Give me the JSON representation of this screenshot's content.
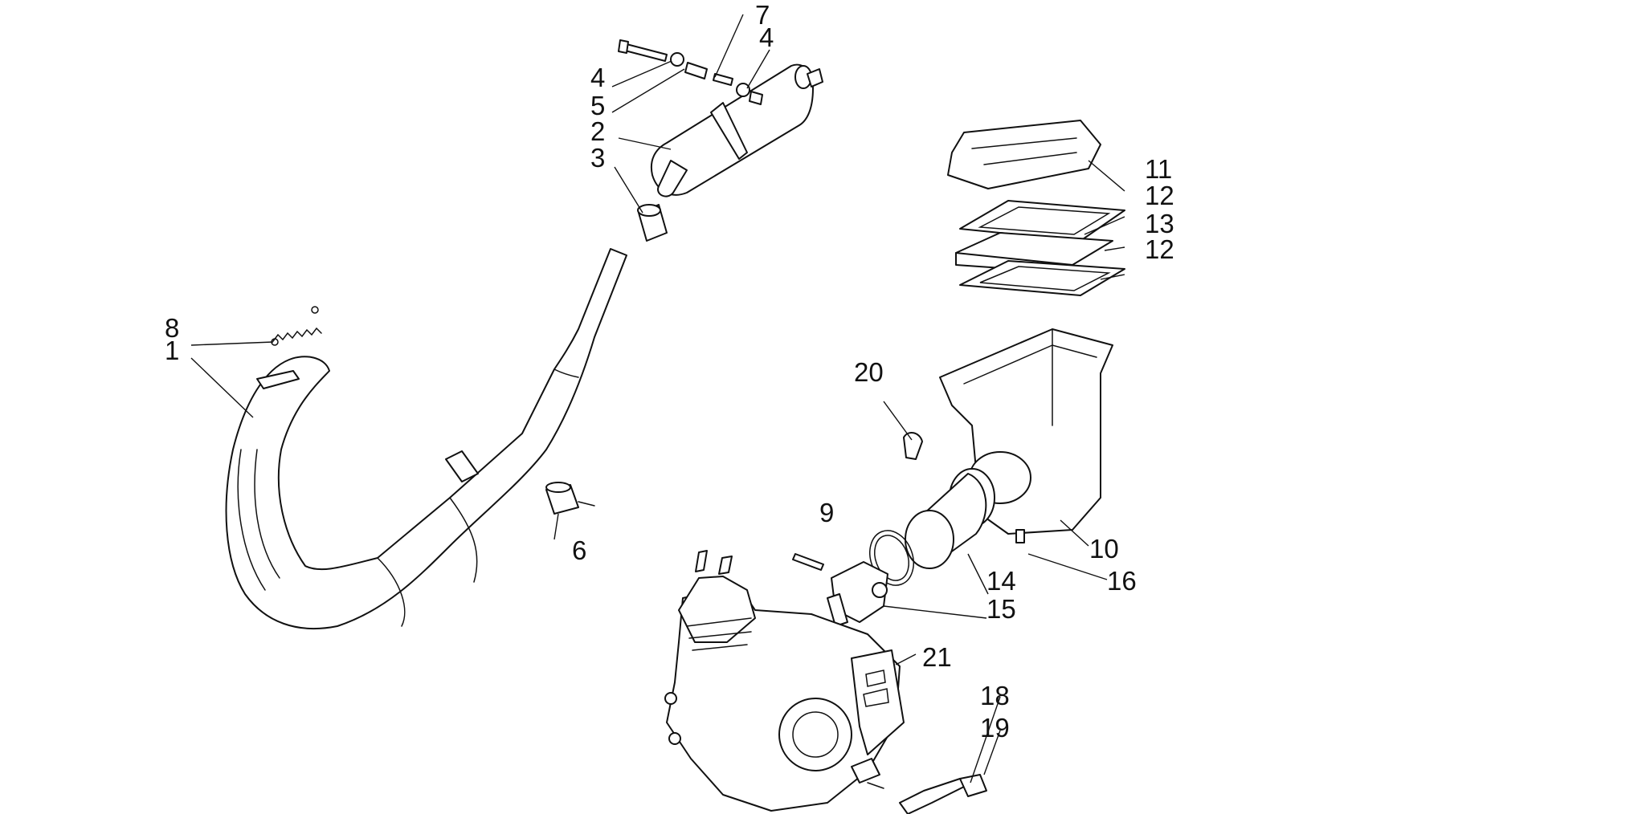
{
  "callouts": {
    "c1": "1",
    "c2": "2",
    "c3": "3",
    "c4a": "4",
    "c4b": "4",
    "c5": "5",
    "c6": "6",
    "c7": "7",
    "c8": "8",
    "c9": "9",
    "c10": "10",
    "c11": "11",
    "c12a": "12",
    "c12b": "12",
    "c13": "13",
    "c14": "14",
    "c15": "15",
    "c16": "16",
    "c18": "18",
    "c19": "19",
    "c20": "20",
    "c21": "21"
  }
}
